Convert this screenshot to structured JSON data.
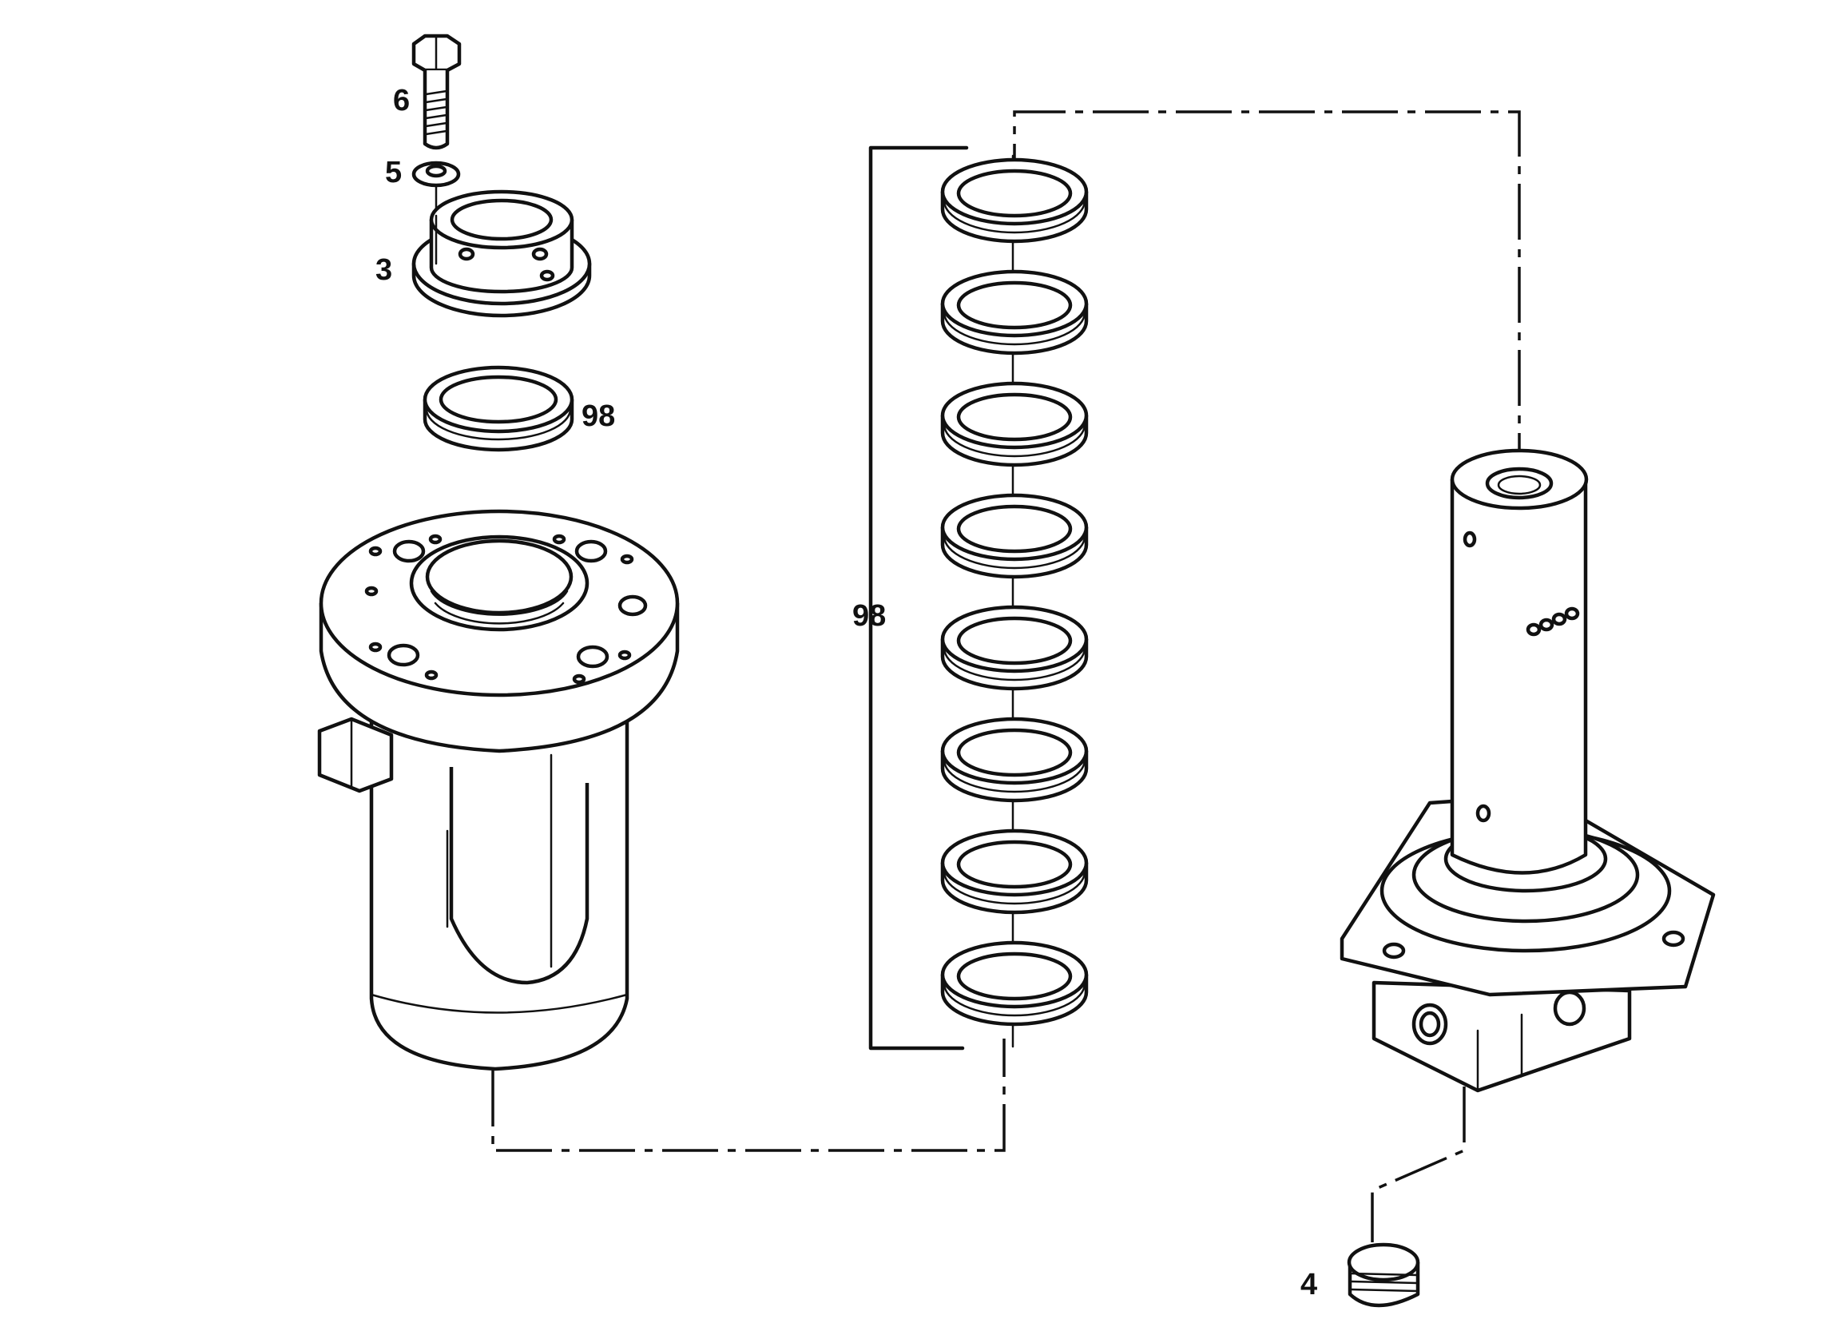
{
  "callouts": {
    "bolt": "6",
    "washer": "5",
    "flange_cap": "3",
    "single_seal_ring": "98",
    "seal_ring_stack": "98",
    "plug": "4"
  },
  "colors": {
    "ink": "#111111",
    "paper": "#ffffff"
  }
}
